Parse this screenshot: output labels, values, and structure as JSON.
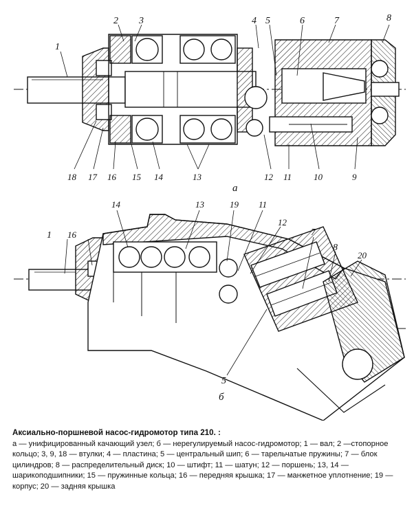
{
  "diagram": {
    "sub_a": "а",
    "sub_b": "б",
    "labels_a": [
      "1",
      "2",
      "3",
      "4",
      "5",
      "6",
      "7",
      "8",
      "18",
      "17",
      "16",
      "15",
      "14",
      "13",
      "12",
      "11",
      "10",
      "9"
    ],
    "labels_b": [
      "14",
      "13",
      "19",
      "11",
      "1",
      "16",
      "12",
      "7",
      "8",
      "20",
      "5"
    ]
  },
  "caption": {
    "title": "Аксиально-поршневой насос-гидромотор типа 210. :",
    "body": "а — унифицированный качающий узел; б — нерегулируемый насос-гидромотор; 1 — вал; 2 —стопорное кольцо; 3, 9, 18 — втулки; 4 — пластина; 5 — центральный шип; 6 — тарельчатые пружины; 7 — блок цилиндров; 8 — распределительный диск; 10 — штифт; 11 — шатун; 12 — поршень; 13, 14 — шарикоподшипники; 15 — пружинные кольца; 16 — передняя крышка; 17 — манжетное уплотнение; 19 — корпус; 20 — задняя крышка"
  },
  "colors": {
    "ink": "#111111",
    "background": "#ffffff"
  }
}
